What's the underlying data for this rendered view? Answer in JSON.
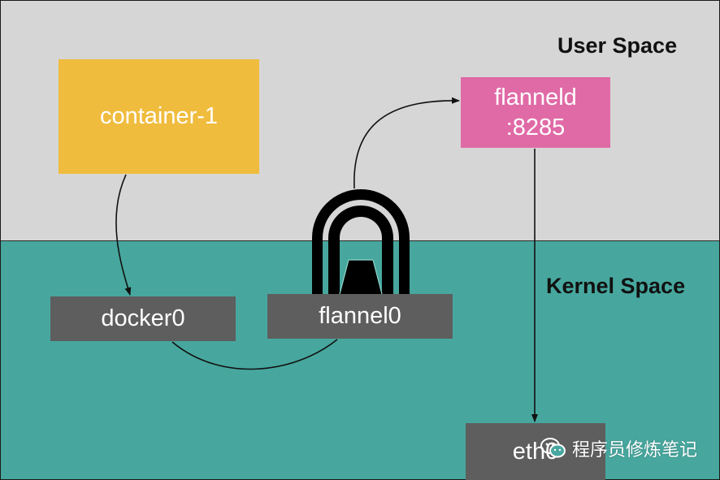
{
  "zones": {
    "user_space": "User Space",
    "kernel_space": "Kernel Space"
  },
  "boxes": {
    "container": "container-1",
    "flanneld_line1": "flanneld",
    "flanneld_line2": ":8285",
    "docker0": "docker0",
    "flannel0": "flannel0",
    "eth0": "eth0"
  },
  "watermark": {
    "text": "程序员修炼笔记",
    "icon": "wechat-icon"
  },
  "colors": {
    "user_space": "#d6d6d6",
    "kernel_space": "#47a79e",
    "container": "#f0bc3d",
    "flanneld": "#e06aa6",
    "device": "#5e5e5e",
    "tunnel": "#000000"
  }
}
